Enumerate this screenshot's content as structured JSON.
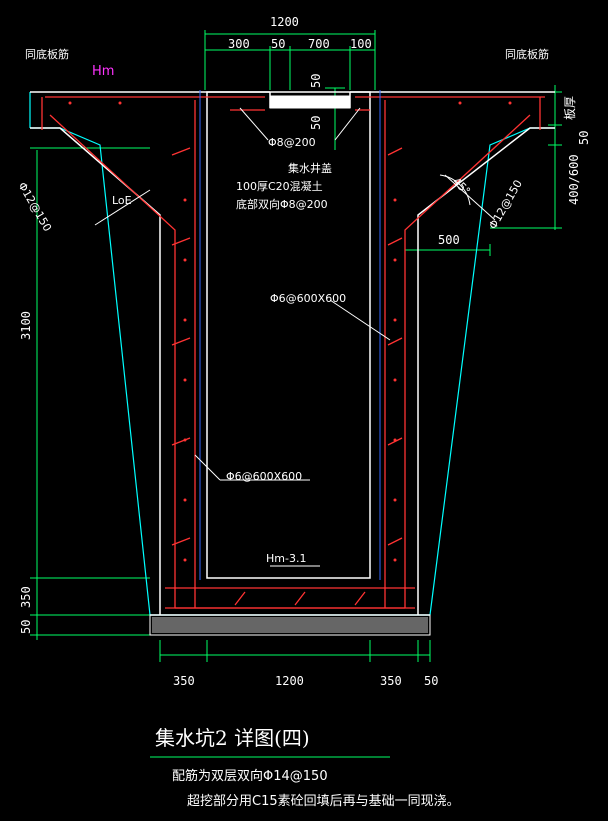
{
  "colors": {
    "background": "#000000",
    "concrete": "#ffffff",
    "rebar": "#ff3333",
    "dimension": "#00ff66",
    "excavation": "#00ffff",
    "blue": "#3366ff",
    "magenta": "#ff33ff"
  },
  "labels": {
    "top_width": "1200",
    "top_seg_1": "300",
    "top_seg_2": "50",
    "top_seg_3": "700",
    "top_seg_4": "100",
    "slab_left": "同底板筋",
    "slab_right": "同底板筋",
    "hm": "Hm",
    "dim_50_a": "50",
    "dim_50_b": "50",
    "right_dim_50": "50",
    "right_dim_slab": "板厚",
    "right_dim_400_600": "400/600",
    "cover_rebar": "Φ8@200",
    "cover_name": "集水井盖",
    "cover_concrete": "100厚C20混凝土",
    "cover_bottom": "底部双向Φ8@200",
    "left_rebar": "Φ12@150",
    "loe": "LoE",
    "angle": "45°",
    "right_rebar": "Φ12@150",
    "dim_500": "500",
    "height_3100": "3100",
    "mesh_right": "Φ6@600X600",
    "mesh_left": "Φ6@600X600",
    "bottom_level": "Hm-3.1",
    "dim_350_v": "350",
    "dim_50_v": "50",
    "bot_350_a": "350",
    "bot_1200": "1200",
    "bot_350_b": "350",
    "bot_50": "50",
    "title": "集水坑2 详图(四)",
    "note_1": "配筋为双层双向Φ14@150",
    "note_2": "超挖部分用C15素砼回填后再与基础一同现浇。"
  }
}
